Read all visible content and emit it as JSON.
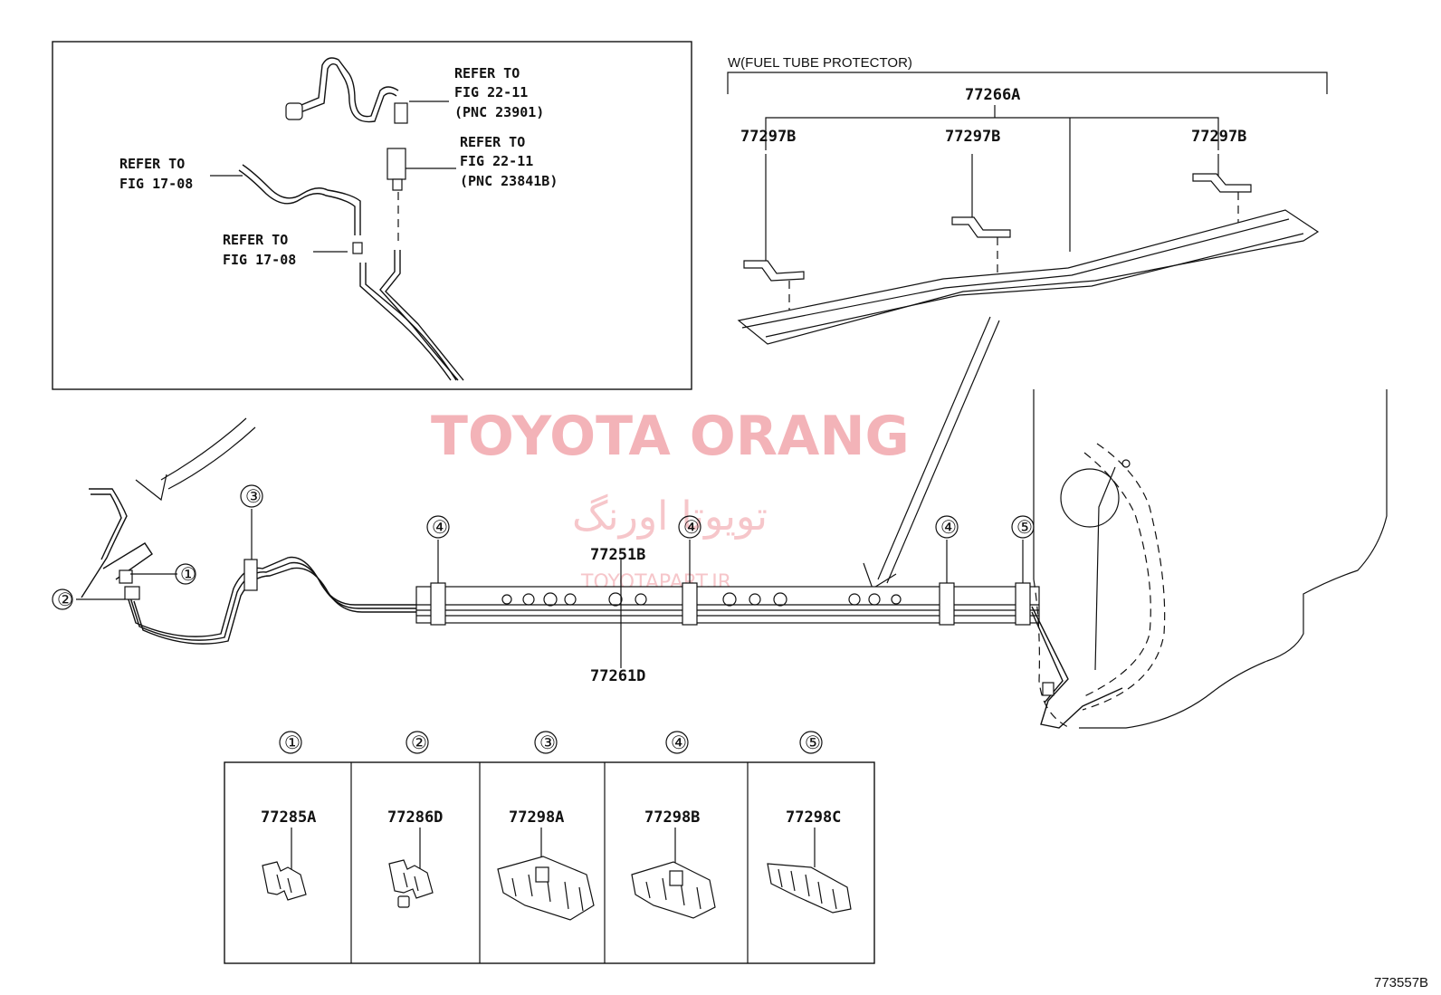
{
  "inset": {
    "refer_1": [
      "REFER TO",
      "FIG 22-11",
      "(PNC 23901)"
    ],
    "refer_2": [
      "REFER TO",
      "FIG 22-11",
      "(PNC 23841B)"
    ],
    "refer_3": [
      "REFER TO",
      "FIG 17-08"
    ],
    "refer_4": [
      "REFER TO",
      "FIG 17-08"
    ]
  },
  "protector": {
    "title": "W(FUEL TUBE PROTECTOR)",
    "assembly": "77266A",
    "brackets": [
      "77297B",
      "77297B",
      "77297B"
    ]
  },
  "main": {
    "upper_part": "77251B",
    "lower_part": "77261D",
    "clamp_markers": [
      "①",
      "②",
      "③",
      "④",
      "④",
      "④",
      "⑤"
    ]
  },
  "legend": [
    {
      "marker": "①",
      "part": "77285A"
    },
    {
      "marker": "②",
      "part": "77286D"
    },
    {
      "marker": "③",
      "part": "77298A"
    },
    {
      "marker": "④",
      "part": "77298B"
    },
    {
      "marker": "⑤",
      "part": "77298C"
    }
  ],
  "watermark": {
    "title": "TOYOTA ORANG",
    "persian": "تویوتا اورنگ",
    "site": "TOYOTAPART.IR"
  },
  "figure_code": "773557B"
}
